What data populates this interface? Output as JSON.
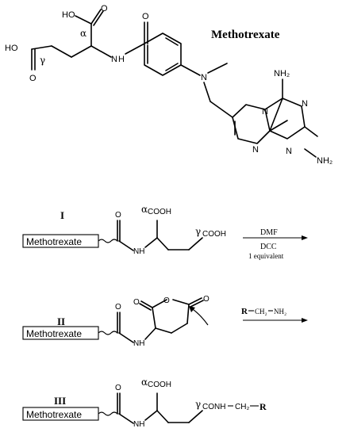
{
  "title": "Methotrexate",
  "structure": {
    "ho_top": "HO",
    "ho_left": "HO",
    "alpha": "α",
    "gamma": "γ",
    "nh": "H",
    "n_amine": "N",
    "pteridine_n": "N",
    "nh2": "NH₂"
  },
  "steps": [
    {
      "roman": "I",
      "box_label": "Methotrexate",
      "nh": "NH",
      "alpha": "α",
      "alpha_group": "COOH",
      "gamma": "γ",
      "gamma_group": "COOH",
      "reagent_top": "DMF",
      "reagent_mid": "DCC",
      "reagent_bottom": "1 equivalent"
    },
    {
      "roman": "II",
      "box_label": "Methotrexate",
      "nh": "NH",
      "reagent_r": "R",
      "reagent_ch2": "CH₂",
      "reagent_nh2": "NH₂"
    },
    {
      "roman": "III",
      "box_label": "Methotrexate",
      "nh": "NH",
      "alpha": "α",
      "alpha_group": "COOH",
      "gamma": "γ",
      "gamma_group": "CONH",
      "ch2": "CH₂",
      "r": "R"
    }
  ]
}
